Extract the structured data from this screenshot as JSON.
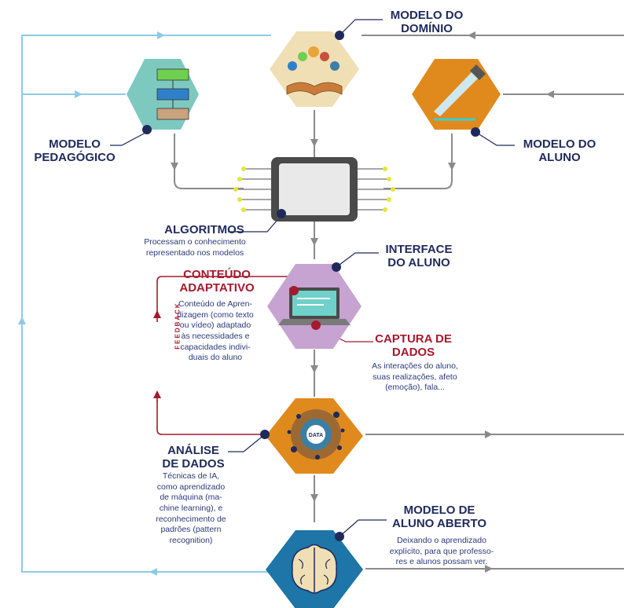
{
  "labels": {
    "modelo_dominio": "MODELO DO\nDOMÍNIO",
    "modelo_pedagogico": "MODELO\nPEDAGÓGICO",
    "modelo_aluno": "MODELO DO\nALUNO",
    "algoritmos": "ALGORITMOS",
    "interface_aluno": "INTERFACE\nDO ALUNO",
    "conteudo_adaptativo": "CONTEÚDO\nADAPTATIVO",
    "captura_dados": "CAPTURA DE\nDADOS",
    "analise_dados": "ANÁLISE\nDE DADOS",
    "modelo_aluno_aberto": "MODELO DE\nALUNO ABERTO",
    "feedback": "FEEDBACK",
    "data_badge": "DATA"
  },
  "descriptions": {
    "algoritmos": "Processam o conhecimento\nrepresentado nos modelos",
    "conteudo_adaptativo": "Conteúdo de Apren-\ndizagem (como texto\nou vídeo) adaptado\nàs necessidades e\ncapacidades indivi-\nduais do aluno",
    "captura_dados": "As interações do aluno,\nsuas realizações, afeto\n(emoção), fala...",
    "analise_dados": "Técnicas de IA,\ncomo aprendizado\nde máquina (ma-\nchine learning), e\nreconhecimento de\npadrões (pattern\nrecognition)",
    "modelo_aluno_aberto": "Deixando o aprendizado\nexplícito, para que professo-\nres e alunos possam ver."
  },
  "colors": {
    "navy": "#1f2a5c",
    "red": "#a6192e",
    "teal_hex": "#7ec9bf",
    "beige_hex": "#f0dfb4",
    "orange_hex": "#e08a1e",
    "gray_hex": "#b5b5b5",
    "lavender_hex": "#c6a3d0",
    "light_blue_line": "#8ecae6",
    "gray_line": "#8a8a8a"
  },
  "icons": [
    "flowchart-icon",
    "open-book-icon",
    "pen-icon",
    "processor-chip-icon",
    "laptop-icon",
    "data-analysis-icon",
    "brain-icon"
  ]
}
